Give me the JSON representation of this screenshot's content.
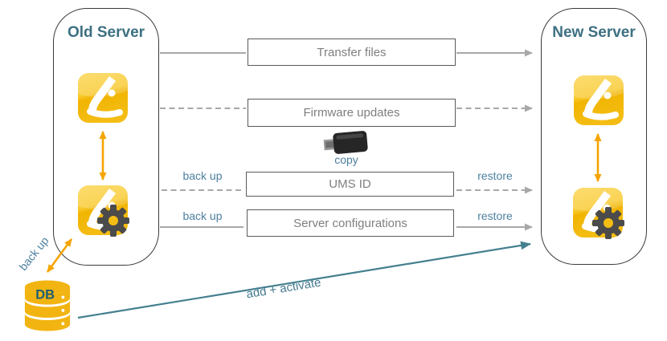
{
  "diagram": {
    "old_server": {
      "title": "Old Server"
    },
    "new_server": {
      "title": "New Server"
    },
    "steps": {
      "transfer_files": "Transfer files",
      "firmware_updates": "Firmware updates",
      "ums_id": "UMS ID",
      "server_configurations": "Server configurations"
    },
    "labels": {
      "copy": "copy",
      "back_up_ums": "back up",
      "back_up_config": "back up",
      "restore_ums": "restore",
      "restore_config": "restore",
      "back_up_db": "back up",
      "add_activate": "add + activate",
      "db": "DB"
    },
    "icons": {
      "app_tile": "igel-app-icon",
      "console_tile": "igel-console-gear-icon",
      "usb": "usb-stick-icon",
      "database": "database-cylinder-icon"
    },
    "colors": {
      "title_teal": "#3d7082",
      "label_blue": "#4d80a0",
      "arrow_teal": "#44808f",
      "orange": "#f5a400",
      "tile_yellow": "#f3b705",
      "line_gray": "#a8a8a8",
      "box_text_gray": "#7f7f7f"
    }
  }
}
